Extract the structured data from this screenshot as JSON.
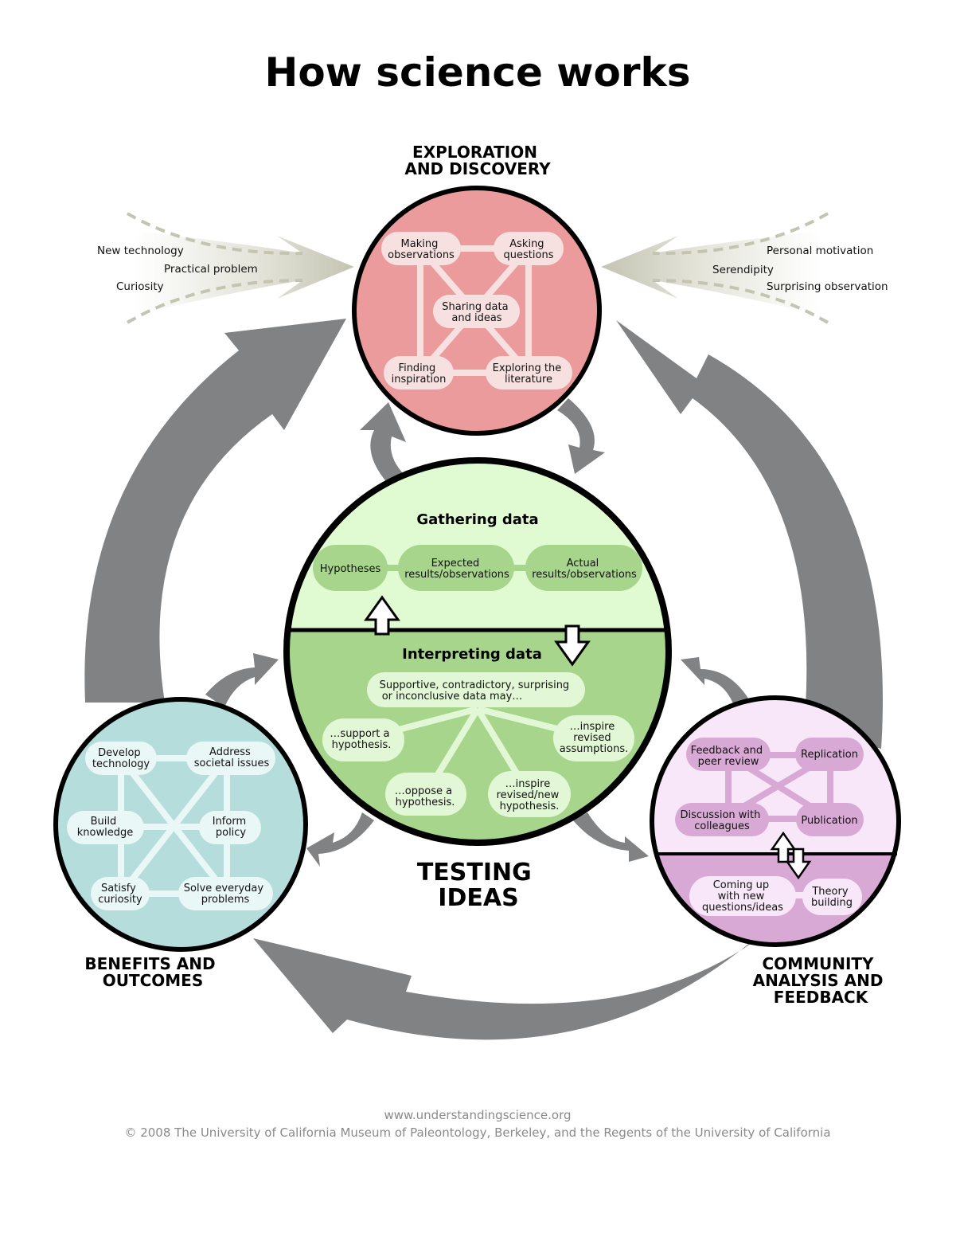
{
  "title": "How science works",
  "exploration": {
    "heading_line1": "EXPLORATION",
    "heading_line2": "AND DISCOVERY",
    "nodes": {
      "making_observations": [
        "Making",
        "observations"
      ],
      "asking_questions": [
        "Asking",
        "questions"
      ],
      "sharing_data": [
        "Sharing data",
        "and ideas"
      ],
      "finding_inspiration": [
        "Finding",
        "inspiration"
      ],
      "exploring_literature": [
        "Exploring the",
        "literature"
      ]
    }
  },
  "left_inputs": [
    "New technology",
    "Practical problem",
    "Curiosity"
  ],
  "right_inputs": [
    "Personal motivation",
    "Serendipity",
    "Surprising observation"
  ],
  "testing": {
    "heading_line1": "TESTING",
    "heading_line2": "IDEAS",
    "gathering_title": "Gathering data",
    "gathering_nodes": {
      "hypotheses": [
        "Hypotheses"
      ],
      "expected": [
        "Expected",
        "results/observations"
      ],
      "actual": [
        "Actual",
        "results/observations"
      ]
    },
    "interpreting_title": "Interpreting data",
    "interpreting_nodes": {
      "data_may": [
        "Supportive, contradictory, surprising",
        "or inconclusive data may…"
      ],
      "support": [
        "…support a",
        "hypothesis."
      ],
      "inspire_assumptions": [
        "…inspire",
        "revised",
        "assumptions."
      ],
      "oppose": [
        "…oppose a",
        "hypothesis."
      ],
      "inspire_hypothesis": [
        "…inspire",
        "revised/new",
        "hypothesis."
      ]
    }
  },
  "benefits": {
    "heading_line1": "BENEFITS AND",
    "heading_line2": "OUTCOMES",
    "nodes": {
      "develop_technology": [
        "Develop",
        "technology"
      ],
      "address_issues": [
        "Address",
        "societal issues"
      ],
      "build_knowledge": [
        "Build",
        "knowledge"
      ],
      "inform_policy": [
        "Inform",
        "policy"
      ],
      "satisfy_curiosity": [
        "Satisfy",
        "curiosity"
      ],
      "solve_problems": [
        "Solve everyday",
        "problems"
      ]
    }
  },
  "community": {
    "heading_line1": "COMMUNITY",
    "heading_line2": "ANALYSIS AND",
    "heading_line3": "FEEDBACK",
    "nodes": {
      "feedback_review": [
        "Feedback and",
        "peer review"
      ],
      "replication": [
        "Replication"
      ],
      "discussion": [
        "Discussion with",
        "colleagues"
      ],
      "publication": [
        "Publication"
      ],
      "new_questions": [
        "Coming up",
        "with new",
        "questions/ideas"
      ],
      "theory_building": [
        "Theory",
        "building"
      ]
    }
  },
  "footer": {
    "url": "www.understandingscience.org",
    "copyright": "© 2008 The University of California Museum of Paleontology, Berkeley, and the Regents of the University of California"
  },
  "colors": {
    "exploration_fill": "#ec9b9d",
    "exploration_pill": "#f7e1e0",
    "gathering_fill": "#e0fbd2",
    "interpreting_fill": "#a7d58b",
    "gathering_pill": "#a7d58b",
    "interpreting_pill": "#e2f7d5",
    "benefits_fill": "#b4dddb",
    "benefits_pill": "#eaf7f7",
    "community_top_fill": "#f8e7f8",
    "community_bottom_fill": "#d9a9d5",
    "community_top_pill": "#d9a9d5",
    "community_bottom_pill": "#f8e7f8",
    "arrow_gray": "#818284",
    "input_arrow": "#cbcbba"
  }
}
